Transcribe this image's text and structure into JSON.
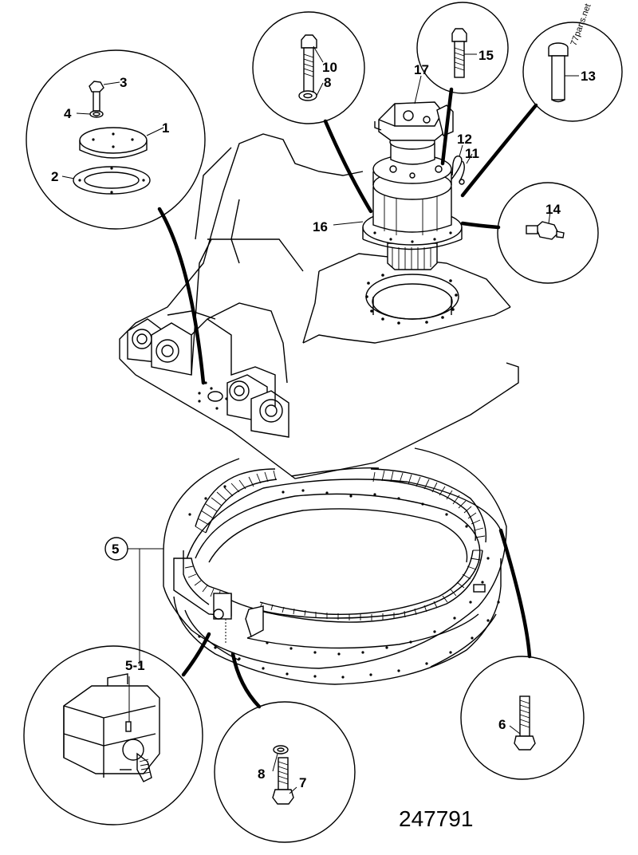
{
  "figure_number": "247791",
  "watermark": "77parts.net",
  "callouts": {
    "c1": "1",
    "c2": "2",
    "c3": "3",
    "c4": "4",
    "c5": "5",
    "c5_1": "5-1",
    "c6": "6",
    "c7": "7",
    "c8_top": "8",
    "c8_bottom": "8",
    "c10": "10",
    "c11": "11",
    "c12": "12",
    "c13": "13",
    "c14": "14",
    "c15": "15",
    "c16": "16",
    "c17": "17"
  }
}
